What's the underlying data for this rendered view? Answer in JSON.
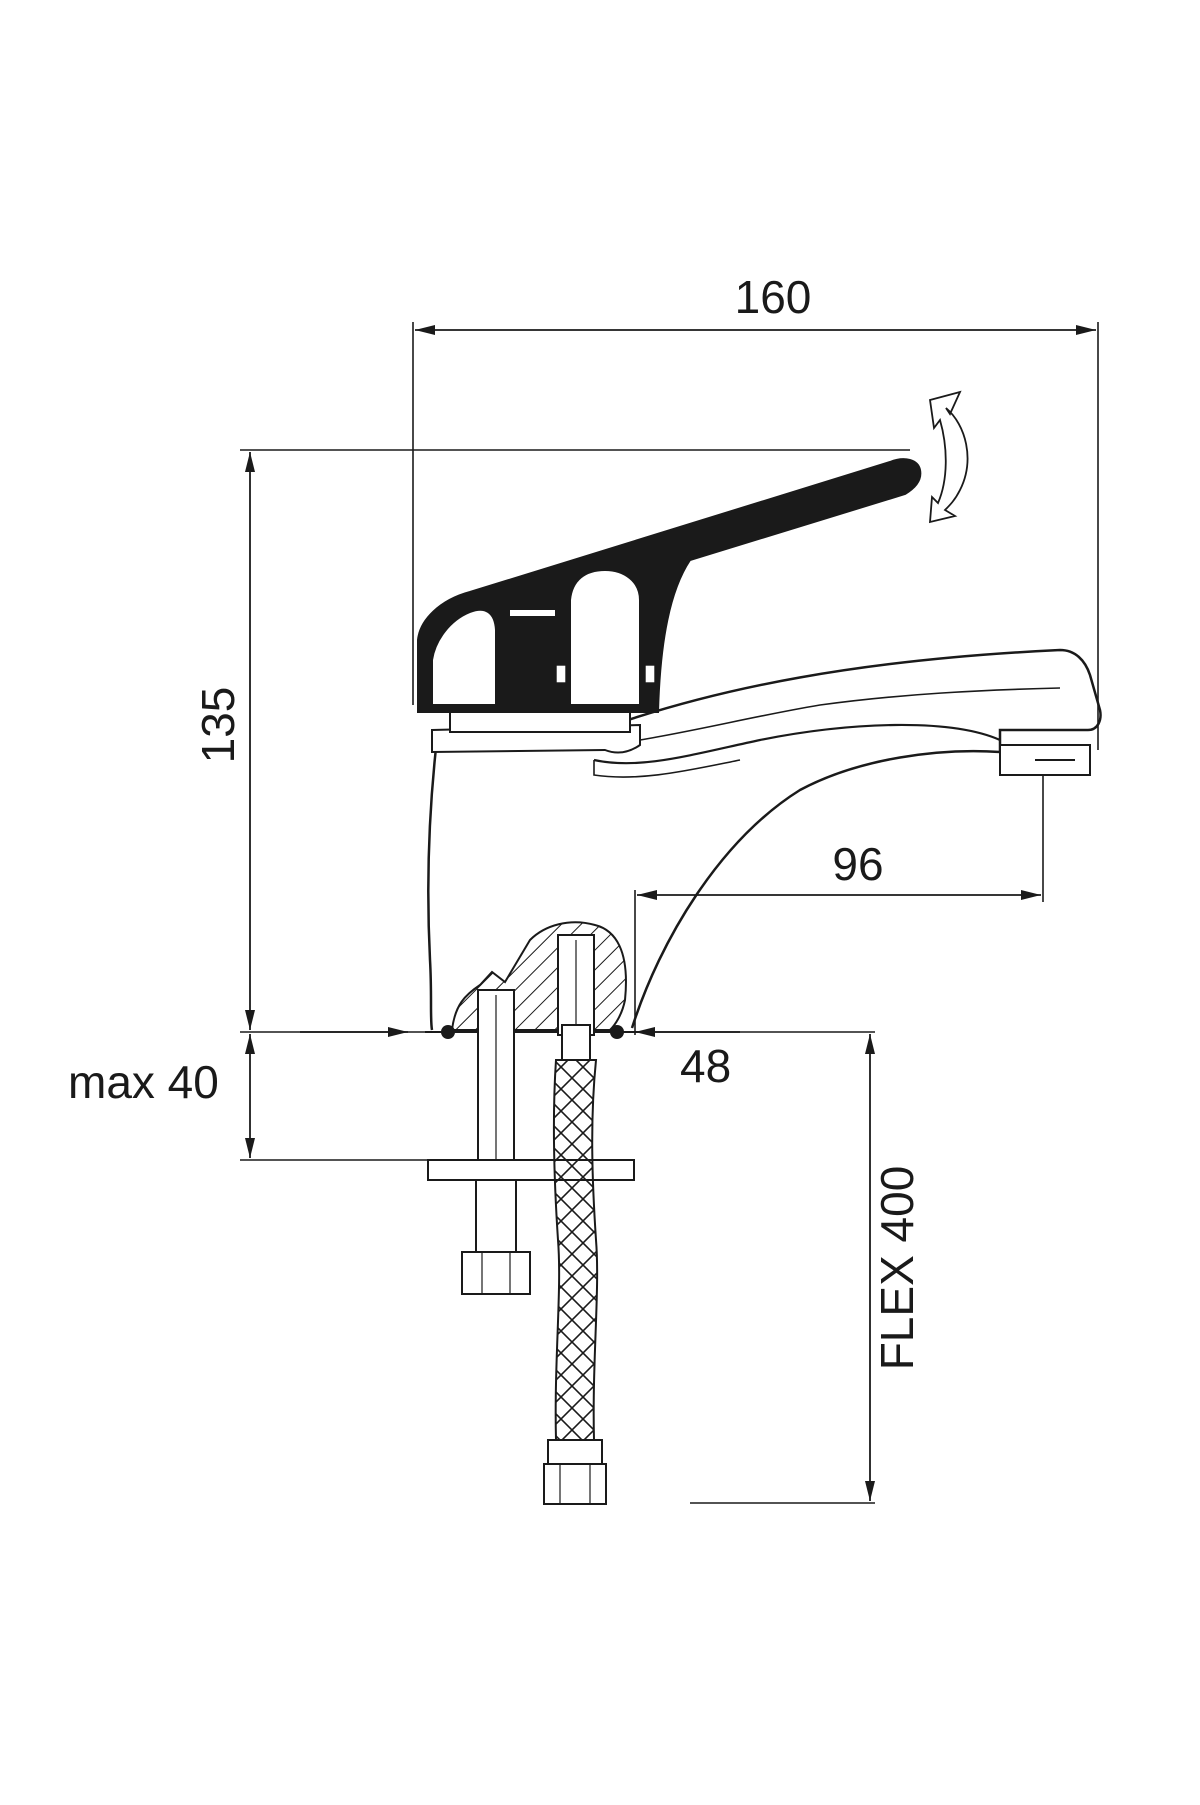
{
  "dimensions": {
    "overall_length": "160",
    "height": "135",
    "spout_reach": "96",
    "base_diameter": "48",
    "max_deck_thickness": "max 40",
    "flex_hose": "FLEX 400"
  },
  "colors": {
    "line": "#1a1a1a",
    "handle_fill": "#1a1a1a",
    "background": "#ffffff"
  }
}
